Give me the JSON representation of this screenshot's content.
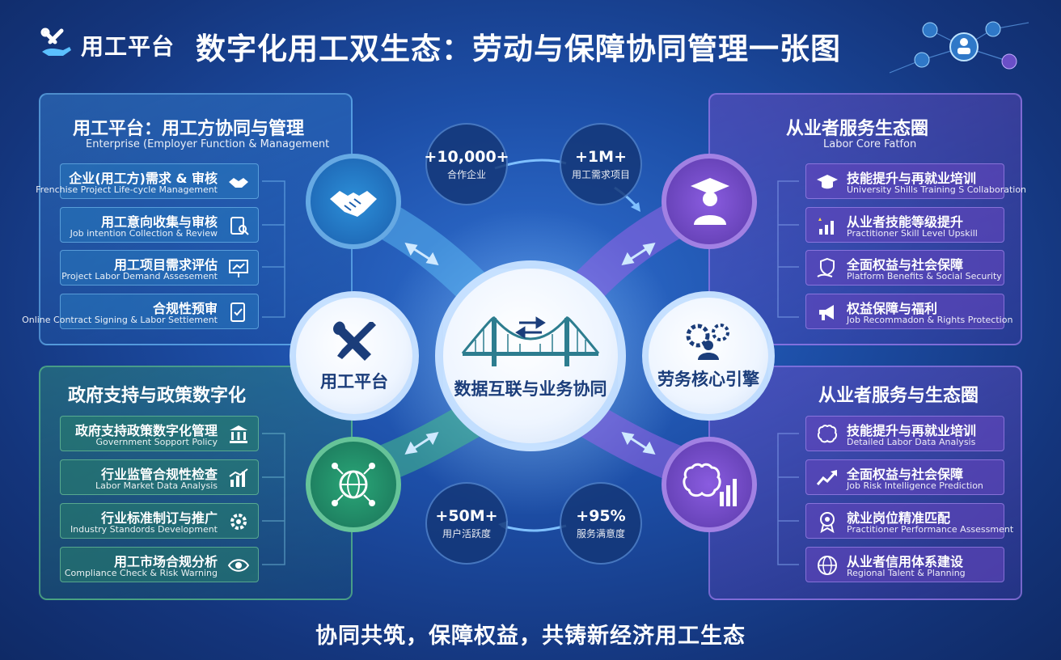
{
  "header": {
    "logo_text": "用工平台",
    "title": "数字化用工双生态：劳动与保障协同管理一张图"
  },
  "panels": {
    "top_left": {
      "title": "用工平台：用工方协同与管理",
      "subtitle": "Enterprise (Employer Function & Management",
      "items": [
        {
          "label": "企业(用工方)需求 & 审核",
          "sub": "Frenchise Project Life-cycle Management",
          "icon": "handshake-icon"
        },
        {
          "label": "用工意向收集与审核",
          "sub": "Job intention Collection & Review",
          "icon": "clipboard-search-icon"
        },
        {
          "label": "用工项目需求评估",
          "sub": "Project Labor Demand Assesement",
          "icon": "presentation-chart-icon"
        },
        {
          "label": "合规性预审",
          "sub": "Online Contract Signing & Labor Settiement",
          "icon": "document-check-icon"
        }
      ]
    },
    "bottom_left": {
      "title": "政府支持与政策数字化",
      "items": [
        {
          "label": "政府支持政策数字化管理",
          "sub": "Government Sopport Policy",
          "icon": "government-building-icon"
        },
        {
          "label": "行业监管合规性检查",
          "sub": "Labor Market Data Analysis",
          "icon": "bar-chart-icon"
        },
        {
          "label": "行业标准制订与推广",
          "sub": "Industry Standords Development",
          "icon": "gear-icon"
        },
        {
          "label": "用工市场合规分析",
          "sub": "Compliance Check & Risk Warning",
          "icon": "eye-warning-icon"
        }
      ]
    },
    "top_right": {
      "title": "从业者服务生态圈",
      "subtitle": "Labor Core Fatfon",
      "items": [
        {
          "label": "技能提升与再就业培训",
          "sub": "University Shills Training S Collaboration",
          "icon": "graduation-cap-icon"
        },
        {
          "label": "从业者技能等级提升",
          "sub": "Practitioner Skill Level Upskill",
          "icon": "growth-chart-icon"
        },
        {
          "label": "全面权益与社会保障",
          "sub": "Platform Benefits & Social Security",
          "icon": "shield-hand-icon"
        },
        {
          "label": "权益保障与福利",
          "sub": "Job Recommadon & Rights Protection",
          "icon": "megaphone-icon"
        }
      ]
    },
    "bottom_right": {
      "title": "从业者服务与生态圈",
      "items": [
        {
          "label": "技能提升与再就业培训",
          "sub": "Detailed Labor Data Analysis",
          "icon": "brain-chip-icon"
        },
        {
          "label": "全面权益与社会保障",
          "sub": "Job Risk Intelligence Prediction",
          "icon": "trend-arrow-icon"
        },
        {
          "label": "就业岗位精准匹配",
          "sub": "Practitioner Performance Assessment",
          "icon": "medal-icon"
        },
        {
          "label": "从业者信用体系建设",
          "sub": "Regional Talent & Planning",
          "icon": "globe-icon"
        }
      ]
    }
  },
  "center": {
    "hub_label": "数据互联与业务协同",
    "left_label": "用工平台",
    "right_label": "劳务核心引擎"
  },
  "stats": [
    {
      "value": "+10,000+",
      "label": "合作企业"
    },
    {
      "value": "+1M+",
      "label": "用工需求项目"
    },
    {
      "value": "+50M+",
      "label": "用户活跃度"
    },
    {
      "value": "+95%",
      "label": "服务满意度"
    }
  ],
  "tagline": "协同共筑，保障权益，共铸新经济用工生态",
  "colors": {
    "blue": "#3aa0e8",
    "green": "#3fbf7a",
    "purple": "#8a5ce0",
    "background": "#1d4fa8"
  }
}
